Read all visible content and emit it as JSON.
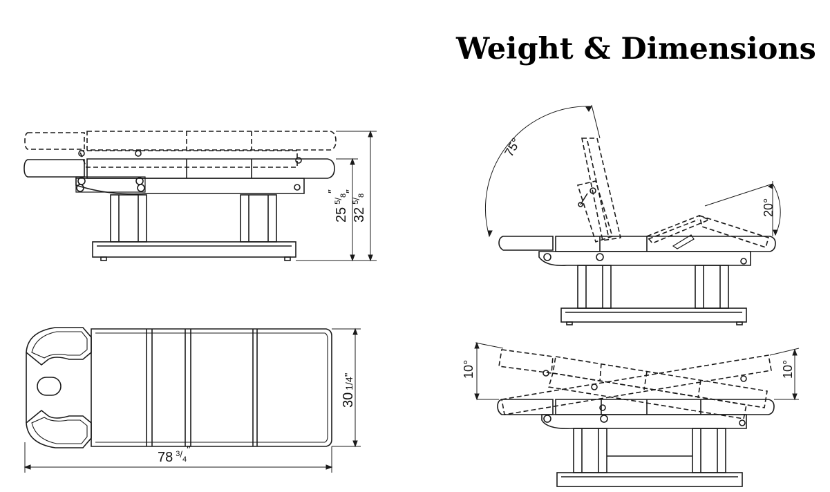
{
  "title": "Weight & Dimensions",
  "dimensions": {
    "height_low": {
      "whole": "25",
      "num": "5",
      "den": "8",
      "unit": "″"
    },
    "height_high": {
      "whole": "32",
      "num": "5",
      "den": "8",
      "unit": "″"
    },
    "width": {
      "whole": "30",
      "frac": "1/4",
      "unit": "\""
    },
    "length": {
      "whole": "78",
      "num": "3",
      "den": "4",
      "unit": "″"
    }
  },
  "angles": {
    "backrest": "75°",
    "legrest": "20°",
    "tilt_head": "10°",
    "tilt_foot": "10°"
  },
  "colors": {
    "line": "#1a1a1a",
    "dash": "#222222",
    "background": "#ffffff"
  }
}
